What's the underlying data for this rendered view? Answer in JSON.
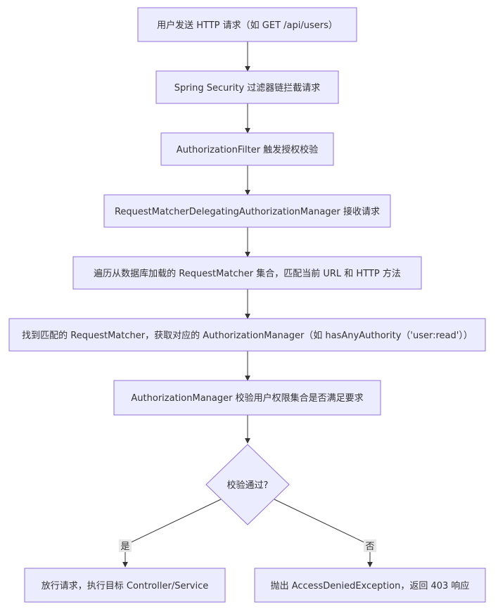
{
  "flowchart": {
    "nodes": {
      "n1": "用户发送 HTTP 请求（如 GET /api/users）",
      "n2": "Spring Security 过滤器链拦截请求",
      "n3": "AuthorizationFilter 触发授权校验",
      "n4": "RequestMatcherDelegatingAuthorizationManager 接收请求",
      "n5": "遍历从数据库加载的 RequestMatcher 集合，匹配当前 URL 和 HTTP 方法",
      "n6": "找到匹配的 RequestMatcher，获取对应的 AuthorizationManager（如 hasAnyAuthority（'user:read'））",
      "n7": "AuthorizationManager 校验用户权限集合是否满足要求",
      "decision": "校验通过?",
      "yes_node": "放行请求，执行目标 Controller/Service",
      "no_node": "抛出 AccessDeniedException，返回 403 响应"
    },
    "edge_labels": {
      "yes": "是",
      "no": "否"
    },
    "colors": {
      "node_fill": "#ECECFF",
      "node_stroke": "#9370DB",
      "edge": "#333333",
      "text": "#333333",
      "label_bg": "#e8e8e8"
    }
  }
}
